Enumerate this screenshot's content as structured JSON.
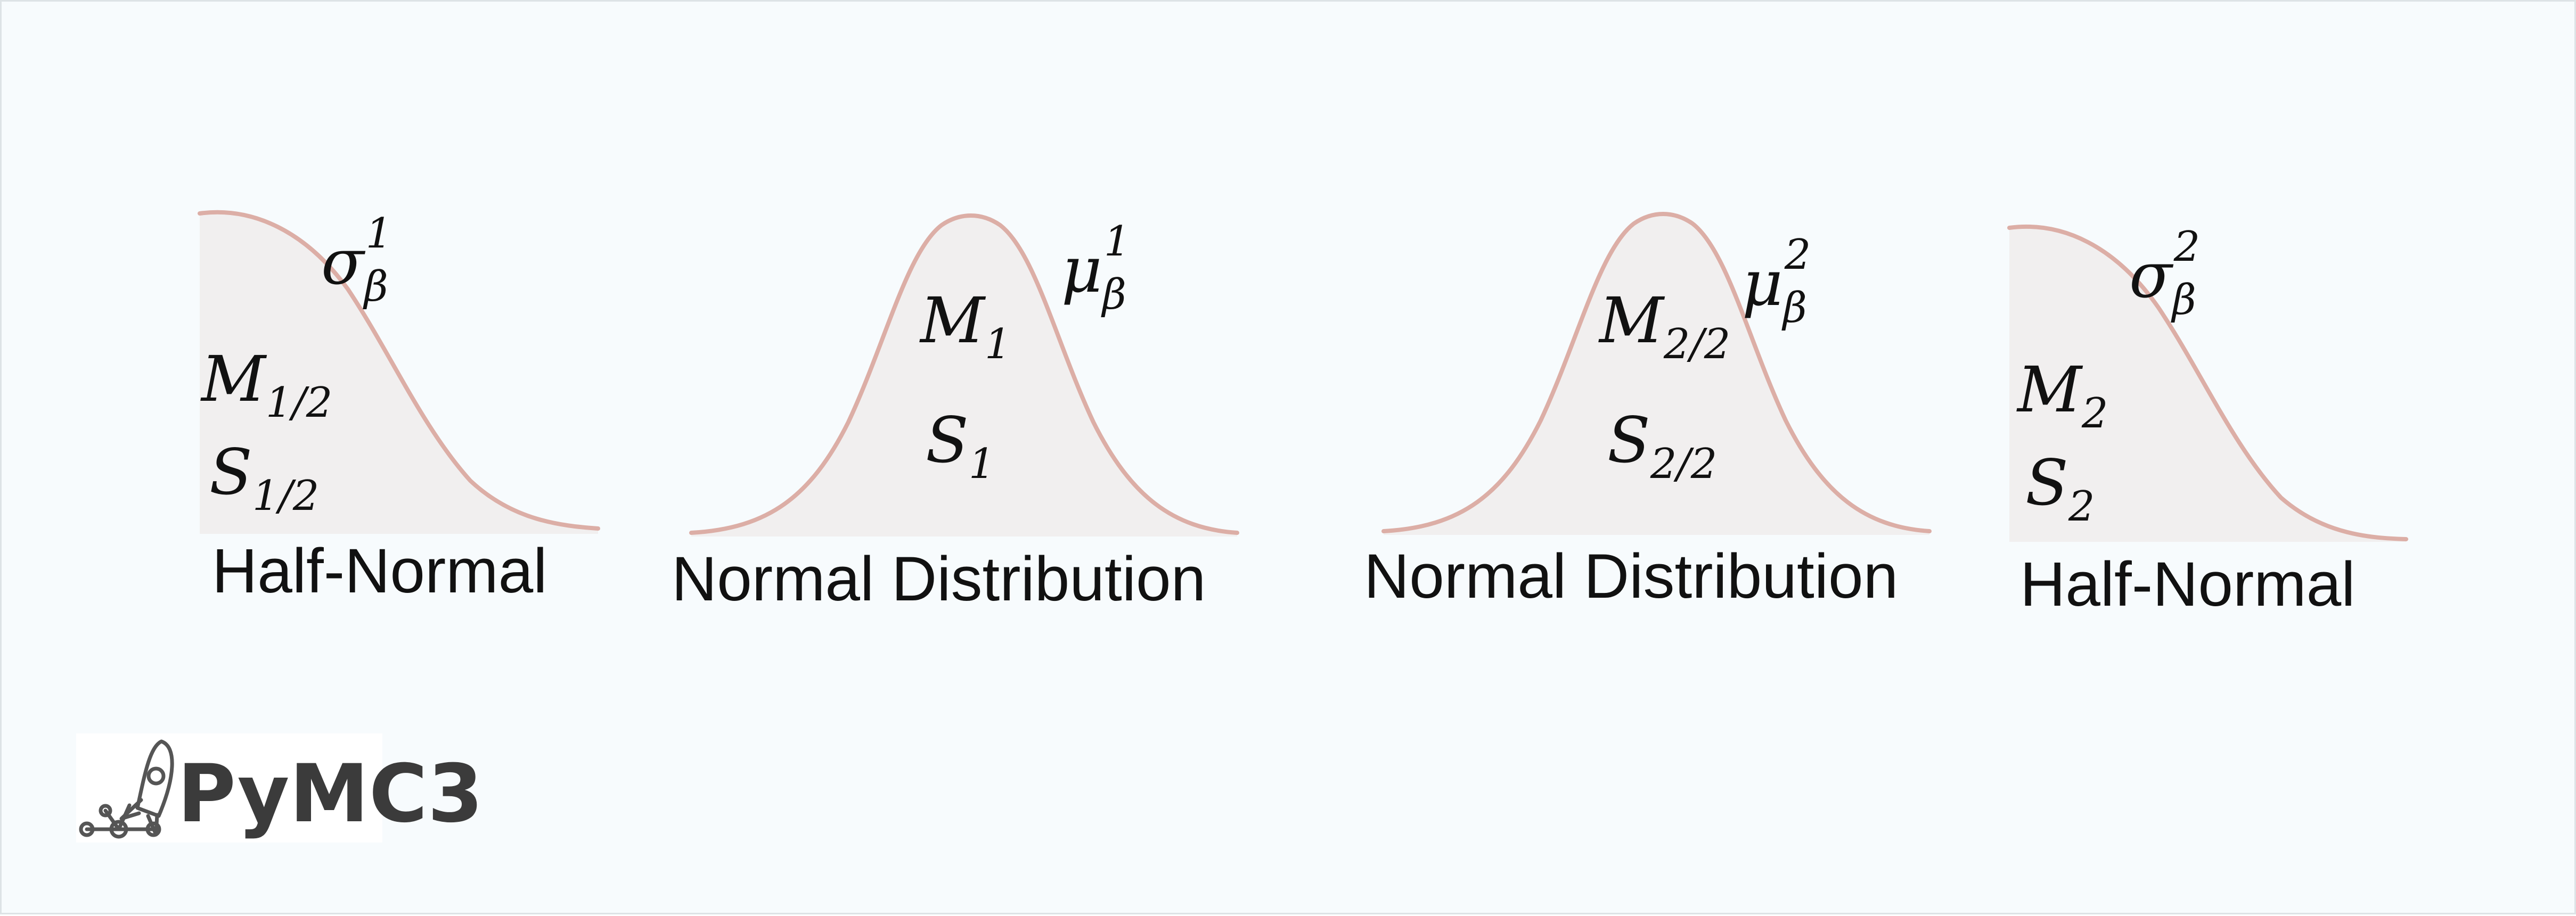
{
  "panels": [
    {
      "caption": "Half-Normal",
      "param": {
        "base": "σ",
        "sub": "β",
        "sup": "1"
      },
      "rows": [
        {
          "base": "M",
          "sub": "1/2"
        },
        {
          "base": "S",
          "sub": "1/2"
        }
      ]
    },
    {
      "caption": "Normal Distribution",
      "param": {
        "base": "μ",
        "sub": "β",
        "sup": "1"
      },
      "rows": [
        {
          "base": "M",
          "sub": "1"
        },
        {
          "base": "S",
          "sub": "1"
        }
      ]
    },
    {
      "caption": "Normal Distribution",
      "param": {
        "base": "μ",
        "sub": "β",
        "sup": "2"
      },
      "rows": [
        {
          "base": "M",
          "sub": "2/2"
        },
        {
          "base": "S",
          "sub": "2/2"
        }
      ]
    },
    {
      "caption": "Half-Normal",
      "param": {
        "base": "σ",
        "sub": "β",
        "sup": "2"
      },
      "rows": [
        {
          "base": "M",
          "sub": "2"
        },
        {
          "base": "S",
          "sub": "2"
        }
      ]
    }
  ],
  "logo": {
    "text": "PyMC3",
    "icon": "rocket-icon"
  },
  "colors": {
    "curve": "#dcaea6",
    "fill": "#f1efef",
    "background": "#f7fbfd"
  }
}
